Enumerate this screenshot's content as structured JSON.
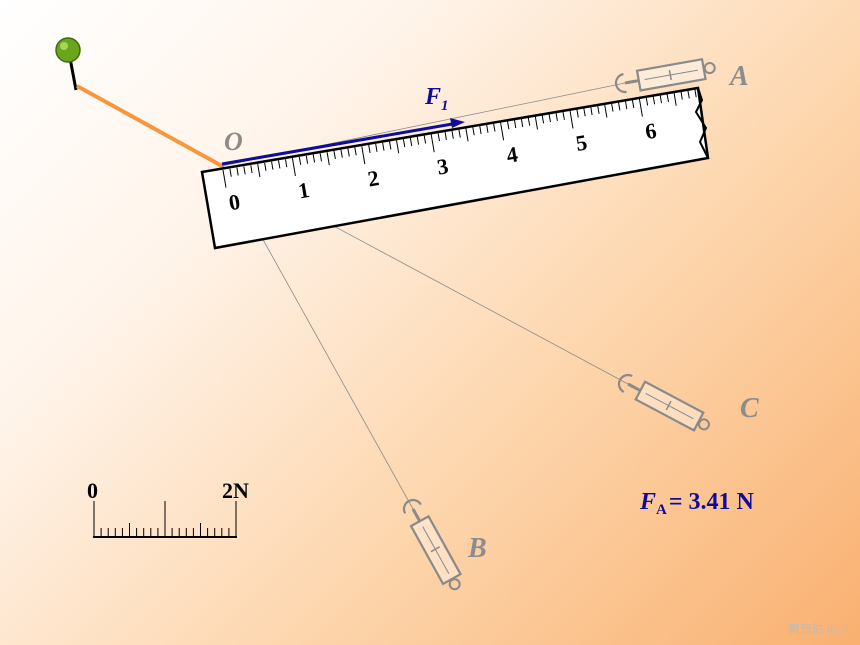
{
  "point_o": "O",
  "force_label": {
    "letter": "F",
    "sub": "1"
  },
  "ruler": {
    "tick_labels": [
      "0",
      "1",
      "2",
      "3",
      "4",
      "5",
      "6"
    ]
  },
  "balances": {
    "a": "A",
    "b": "B",
    "c": "C"
  },
  "scale_bar": {
    "left": "0",
    "right": "2N"
  },
  "reading": {
    "letter": "F",
    "sub": "A",
    "text": "= 3.41 N"
  },
  "watermark": "黄恕伯 05.7",
  "colors": {
    "force": "#0d0d9a",
    "rope": "#f7963c",
    "pin": "#7ab317",
    "label_grey": "#8c8c8c"
  }
}
